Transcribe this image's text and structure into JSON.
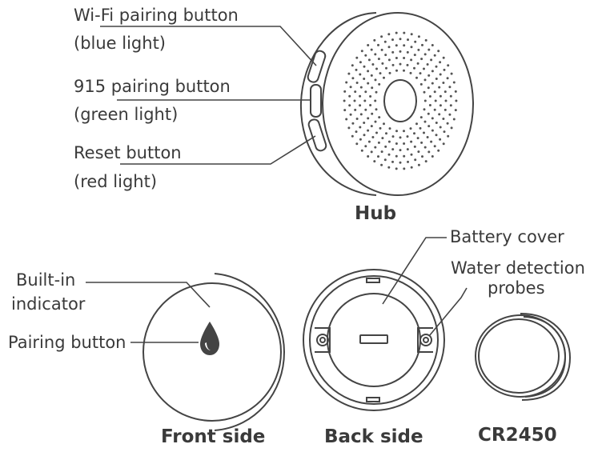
{
  "colors": {
    "line": "#444444",
    "text": "#3a3a3a",
    "drop": "#444444"
  },
  "hub": {
    "callouts": [
      {
        "label": "Wi-Fi pairing button",
        "sub": "(blue light)"
      },
      {
        "label": "915 pairing button",
        "sub": "(green light)"
      },
      {
        "label": "Reset button",
        "sub": "(red light)"
      }
    ],
    "caption": "Hub"
  },
  "sensor": {
    "front": {
      "indicator_label_1": "Built-in",
      "indicator_label_2": "indicator",
      "pairing_label": "Pairing button",
      "caption": "Front side"
    },
    "back": {
      "battery_label": "Battery cover",
      "probes_label_1": "Water detection",
      "probes_label_2": "probes",
      "caption": "Back side"
    }
  },
  "battery": {
    "caption": "CR2450"
  }
}
